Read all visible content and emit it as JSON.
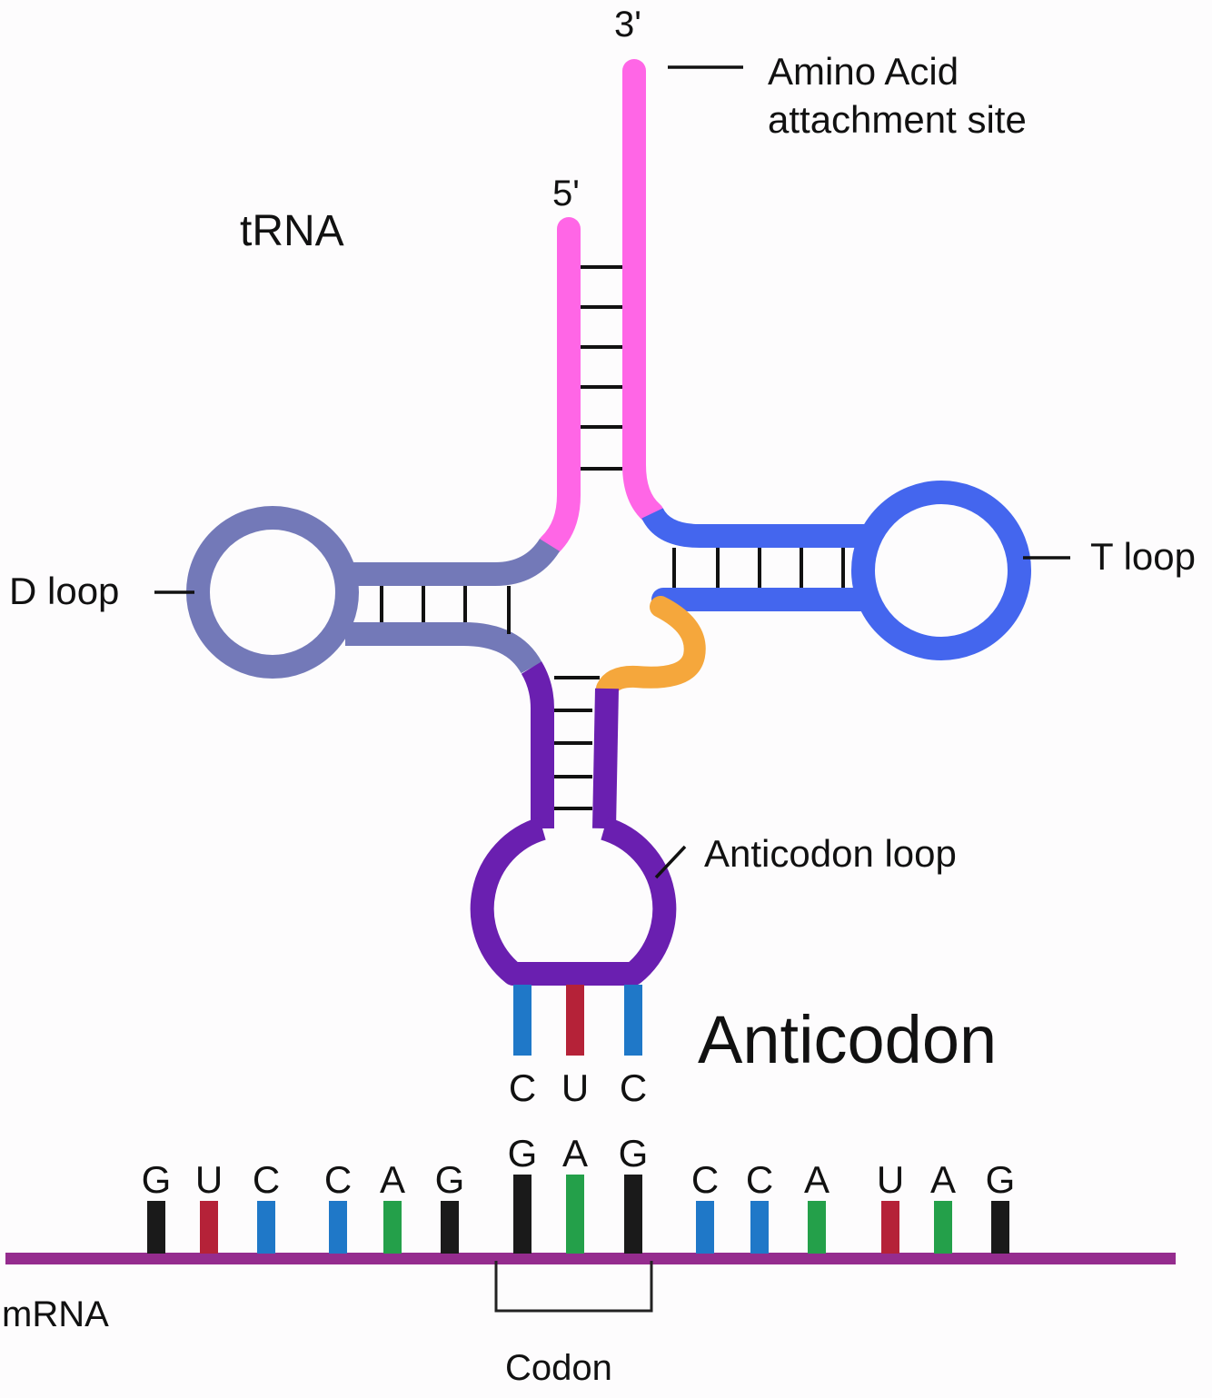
{
  "labels": {
    "three_prime": "3'",
    "five_prime": "5'",
    "amino_acid_line1": "Amino Acid",
    "amino_acid_line2": "attachment site",
    "trna": "tRNA",
    "d_loop": "D loop",
    "t_loop": "T loop",
    "anticodon_loop": "Anticodon loop",
    "anticodon": "Anticodon",
    "mrna": "mRNA",
    "codon": "Codon"
  },
  "colors": {
    "acceptor_stem": "#ff66e6",
    "d_arm": "#7379b8",
    "t_arm": "#4466ee",
    "anticodon_arm": "#6a1fb0",
    "variable_loop": "#f5a73c",
    "mrna_strand": "#952c8e",
    "base_C": "#1f78c8",
    "base_U": "#b52238",
    "base_G": "#1a1a1a",
    "base_A": "#24a04a"
  },
  "anticodon_bases": [
    "C",
    "U",
    "C"
  ],
  "mrna_bases": [
    "G",
    "U",
    "C",
    "C",
    "A",
    "G",
    "G",
    "A",
    "G",
    "C",
    "C",
    "A",
    "U",
    "A",
    "G"
  ]
}
